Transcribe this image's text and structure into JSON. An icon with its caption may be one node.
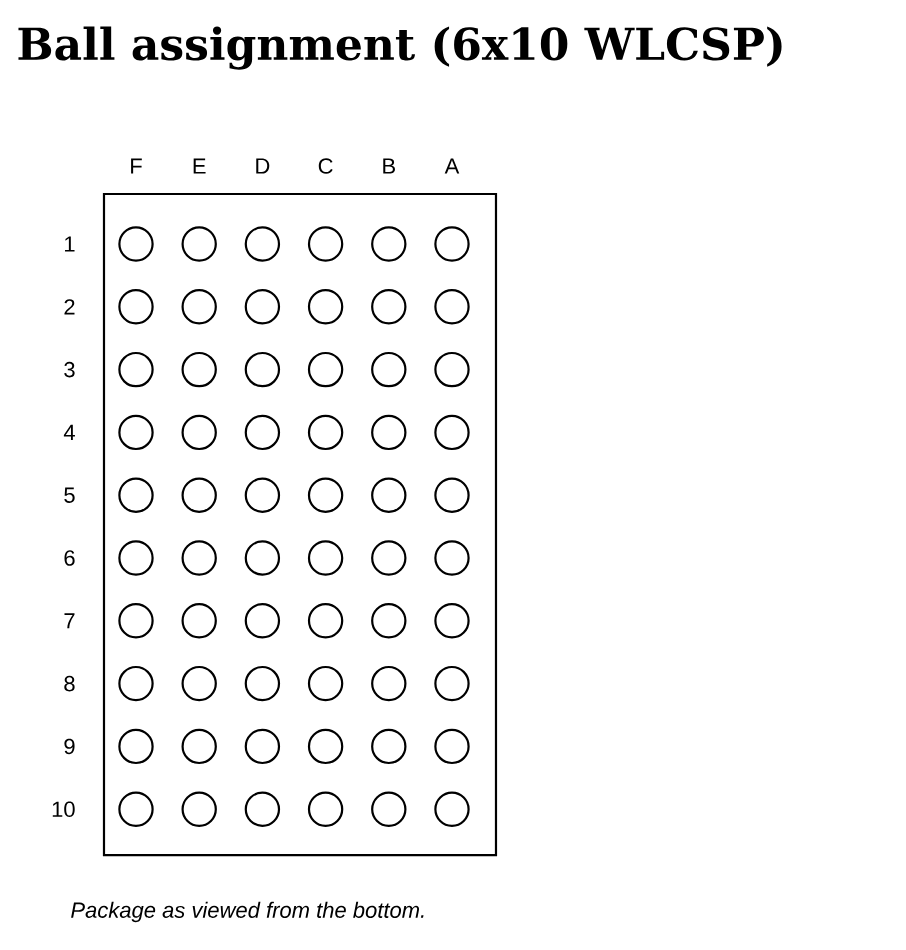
{
  "diagram": {
    "title": "Ball assignment (6x10 WLCSP)",
    "caption": "Package as viewed from the bottom.",
    "labels": [
      "F",
      "E",
      "D",
      "C",
      "B",
      "A",
      "1",
      "2",
      "3",
      "4",
      "5",
      "6",
      "7",
      "8",
      "9",
      "10"
    ]
  }
}
